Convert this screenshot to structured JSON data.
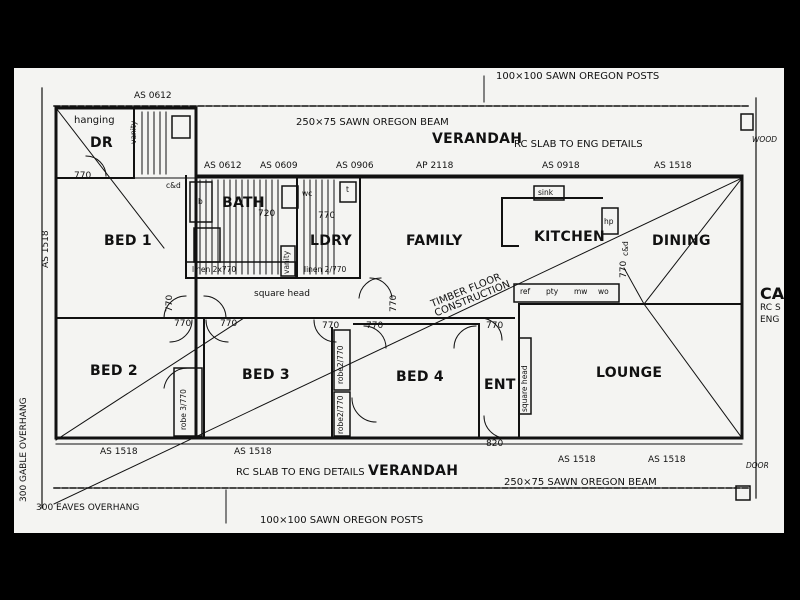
{
  "rooms": {
    "bed1": "BED 1",
    "bed2": "BED 2",
    "bed3": "BED 3",
    "bed4": "BED 4",
    "family": "FAMILY",
    "kitchen": "KITCHEN",
    "dining": "DINING",
    "lounge": "LOUNGE",
    "bath": "BATH",
    "ldry": "LDRY",
    "ent": "ENT",
    "wir": "DR"
  },
  "fixtures": {
    "hanging": "hanging",
    "vanity_top": "vanity",
    "vanity_bath": "vanity",
    "sink": "sink",
    "hp": "hp",
    "ref": "ref",
    "pty": "pty",
    "mw": "mw",
    "wo": "wo",
    "linen_a": "linen 2x770",
    "linen_b": "linen 2/770",
    "square_head": "square head",
    "square_head_ent": "square head",
    "robe_bed2": "robe 3/770",
    "robe_bed3": "robe2/770",
    "robe_bed4": "robe2/770",
    "wc": "wc",
    "b": "b",
    "t": "t",
    "cd": "c&d",
    "cd2": "c&d"
  },
  "windows": {
    "w_top_left": "AS 0612",
    "w_top_2": "AS 0612",
    "w_top_3": "AS 0609",
    "w_top_4": "AS 0906",
    "w_top_5": "AP 2118",
    "w_top_6": "AS 0918",
    "w_top_7": "AS 1518",
    "w_left": "AS 1518",
    "w_bot_1": "AS 1518",
    "w_bot_2": "AS 1518",
    "w_bot_3": "AS 1518",
    "w_bot_4": "AS 1518"
  },
  "doors": {
    "d1": "770",
    "d2": "770",
    "d3": "770",
    "d4": "770",
    "d5": "770",
    "d6": "770",
    "d7": "770",
    "d8": "770",
    "d9": "820",
    "d10": "770",
    "d11": "720",
    "d12": "770"
  },
  "notes": {
    "posts_top": "100×100 SAWN OREGON POSTS",
    "beam_top": "250×75 SAWN OREGON BEAM",
    "verandah_top": "VERANDAH",
    "rc_top": "RC SLAB TO ENG DETAILS",
    "timber_floor": "TIMBER FLOOR CONSTRUCTION",
    "rc_bottom": "RC SLAB TO ENG DETAILS",
    "verandah_bottom": "VERANDAH",
    "beam_bottom": "250×75 SAWN OREGON BEAM",
    "posts_bottom": "100×100 SAWN OREGON POSTS",
    "gable": "300 GABLE OVERHANG",
    "eaves": "300 EAVES OVERHANG",
    "car_partial": "CAR",
    "rc_partial": "RC S",
    "eng_partial": "ENG",
    "door_partial": "DOOR",
    "wood_partial": "WOOD"
  }
}
